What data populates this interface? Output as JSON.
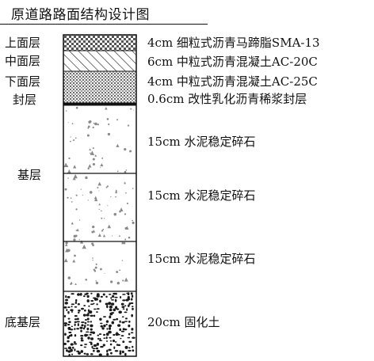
{
  "title": "原道路路面结构设计图",
  "layers": [
    {
      "name": "上面层",
      "desc": "4cm 细粒式沥青马蹄脂SMA-13"
    },
    {
      "name": "中面层",
      "desc": "6cm 中粒式沥青混凝土AC-20C"
    },
    {
      "name": "下面层",
      "desc": "4cm 中粒式沥青混凝土AC-25C"
    },
    {
      "name": "封层",
      "desc": "0.6cm 改性乳化沥青稀浆封层"
    },
    {
      "name": "基层",
      "sublayers": [
        {
          "desc": "15cm 水泥稳定碎石"
        },
        {
          "desc": "15cm 水泥稳定碎石"
        },
        {
          "desc": "15cm 水泥稳定碎石"
        }
      ]
    },
    {
      "name": "底基层",
      "desc": "20cm 固化土"
    }
  ],
  "colors": {
    "line": "#111111",
    "hatch": "#333333",
    "speckle": "#8a8a8a",
    "soil": "#1a1a1a"
  }
}
